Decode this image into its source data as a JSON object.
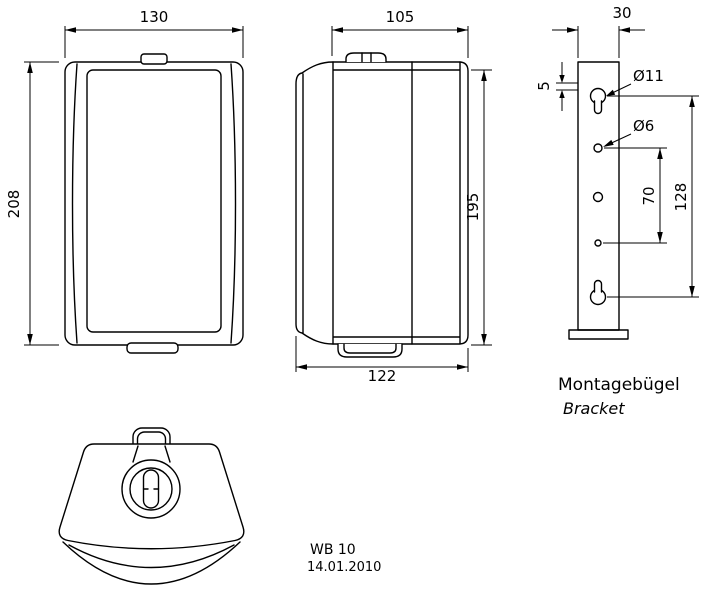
{
  "title_block": {
    "model": "WB 10",
    "date": "14.01.2010"
  },
  "front_view": {
    "width": "130",
    "height": "208"
  },
  "side_view": {
    "depth": "105",
    "height": "195",
    "overall_depth": "122"
  },
  "bracket": {
    "width": "30",
    "top_offset": "5",
    "hole_diameter_large": "Ø11",
    "hole_diameter_small": "Ø6",
    "hole_spacing": "70",
    "keyhole_spacing": "128",
    "label_de": "Montagebügel",
    "label_en": "Bracket"
  }
}
